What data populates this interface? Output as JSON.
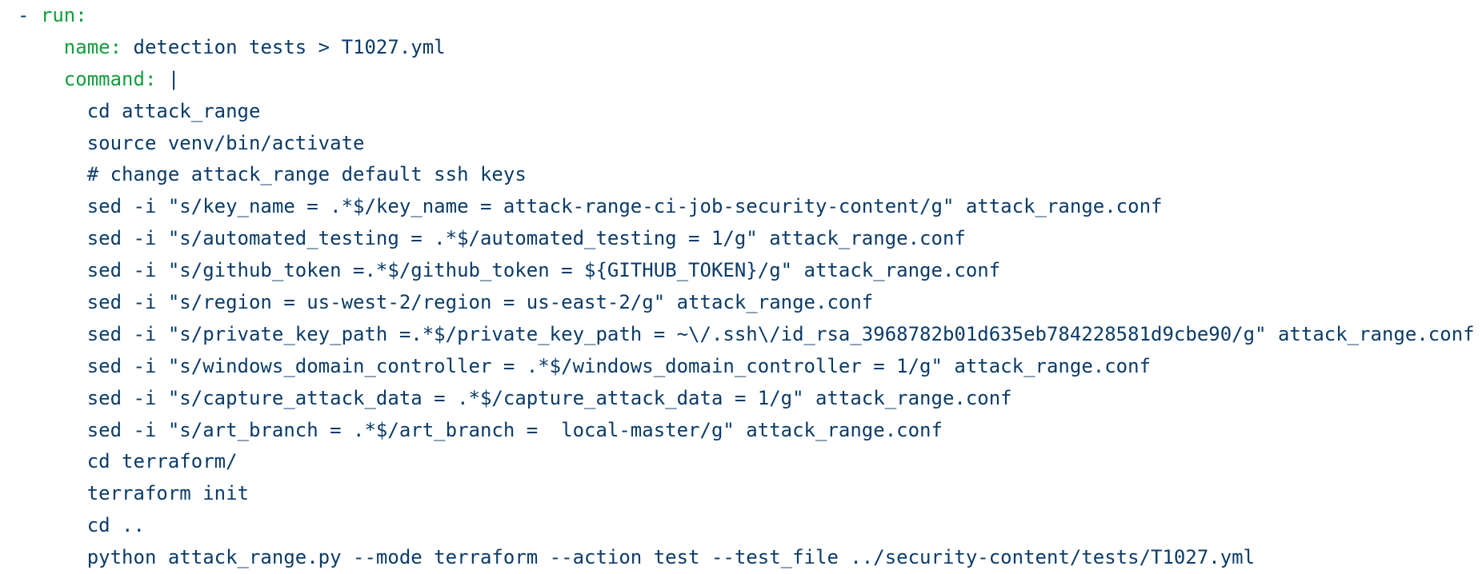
{
  "page": {
    "background": "#ffffff"
  },
  "syntax_colors": {
    "key": "#119e3d",
    "text": "#0a3b69"
  },
  "code_block": {
    "language": "yaml",
    "lines": [
      {
        "segments": [
          {
            "text": "- ",
            "type": "text"
          },
          {
            "text": "run:",
            "type": "key"
          }
        ]
      },
      {
        "segments": [
          {
            "text": "    ",
            "type": "text"
          },
          {
            "text": "name:",
            "type": "key"
          },
          {
            "text": " detection tests > T1027.yml",
            "type": "text"
          }
        ]
      },
      {
        "segments": [
          {
            "text": "    ",
            "type": "text"
          },
          {
            "text": "command:",
            "type": "key"
          },
          {
            "text": " |",
            "type": "text"
          }
        ]
      },
      {
        "segments": [
          {
            "text": "      cd attack_range",
            "type": "text"
          }
        ]
      },
      {
        "segments": [
          {
            "text": "      source venv/bin/activate",
            "type": "text"
          }
        ]
      },
      {
        "segments": [
          {
            "text": "      # change attack_range default ssh keys",
            "type": "text"
          }
        ]
      },
      {
        "segments": [
          {
            "text": "      sed -i \"s/key_name = .*$/key_name = attack-range-ci-job-security-content/g\" attack_range.conf",
            "type": "text"
          }
        ]
      },
      {
        "segments": [
          {
            "text": "      sed -i \"s/automated_testing = .*$/automated_testing = 1/g\" attack_range.conf",
            "type": "text"
          }
        ]
      },
      {
        "segments": [
          {
            "text": "      sed -i \"s/github_token =.*$/github_token = ${GITHUB_TOKEN}/g\" attack_range.conf",
            "type": "text"
          }
        ]
      },
      {
        "segments": [
          {
            "text": "      sed -i \"s/region = us-west-2/region = us-east-2/g\" attack_range.conf",
            "type": "text"
          }
        ]
      },
      {
        "segments": [
          {
            "text": "      sed -i \"s/private_key_path =.*$/private_key_path = ~\\/.ssh\\/id_rsa_3968782b01d635eb784228581d9cbe90/g\" attack_range.conf",
            "type": "text"
          }
        ]
      },
      {
        "segments": [
          {
            "text": "      sed -i \"s/windows_domain_controller = .*$/windows_domain_controller = 1/g\" attack_range.conf",
            "type": "text"
          }
        ]
      },
      {
        "segments": [
          {
            "text": "      sed -i \"s/capture_attack_data = .*$/capture_attack_data = 1/g\" attack_range.conf",
            "type": "text"
          }
        ]
      },
      {
        "segments": [
          {
            "text": "      sed -i \"s/art_branch = .*$/art_branch =  local-master/g\" attack_range.conf",
            "type": "text"
          }
        ]
      },
      {
        "segments": [
          {
            "text": "      cd terraform/",
            "type": "text"
          }
        ]
      },
      {
        "segments": [
          {
            "text": "      terraform init",
            "type": "text"
          }
        ]
      },
      {
        "segments": [
          {
            "text": "      cd ..",
            "type": "text"
          }
        ]
      },
      {
        "segments": [
          {
            "text": "      python attack_range.py --mode terraform --action test --test_file ../security-content/tests/T1027.yml",
            "type": "text"
          }
        ]
      }
    ]
  }
}
